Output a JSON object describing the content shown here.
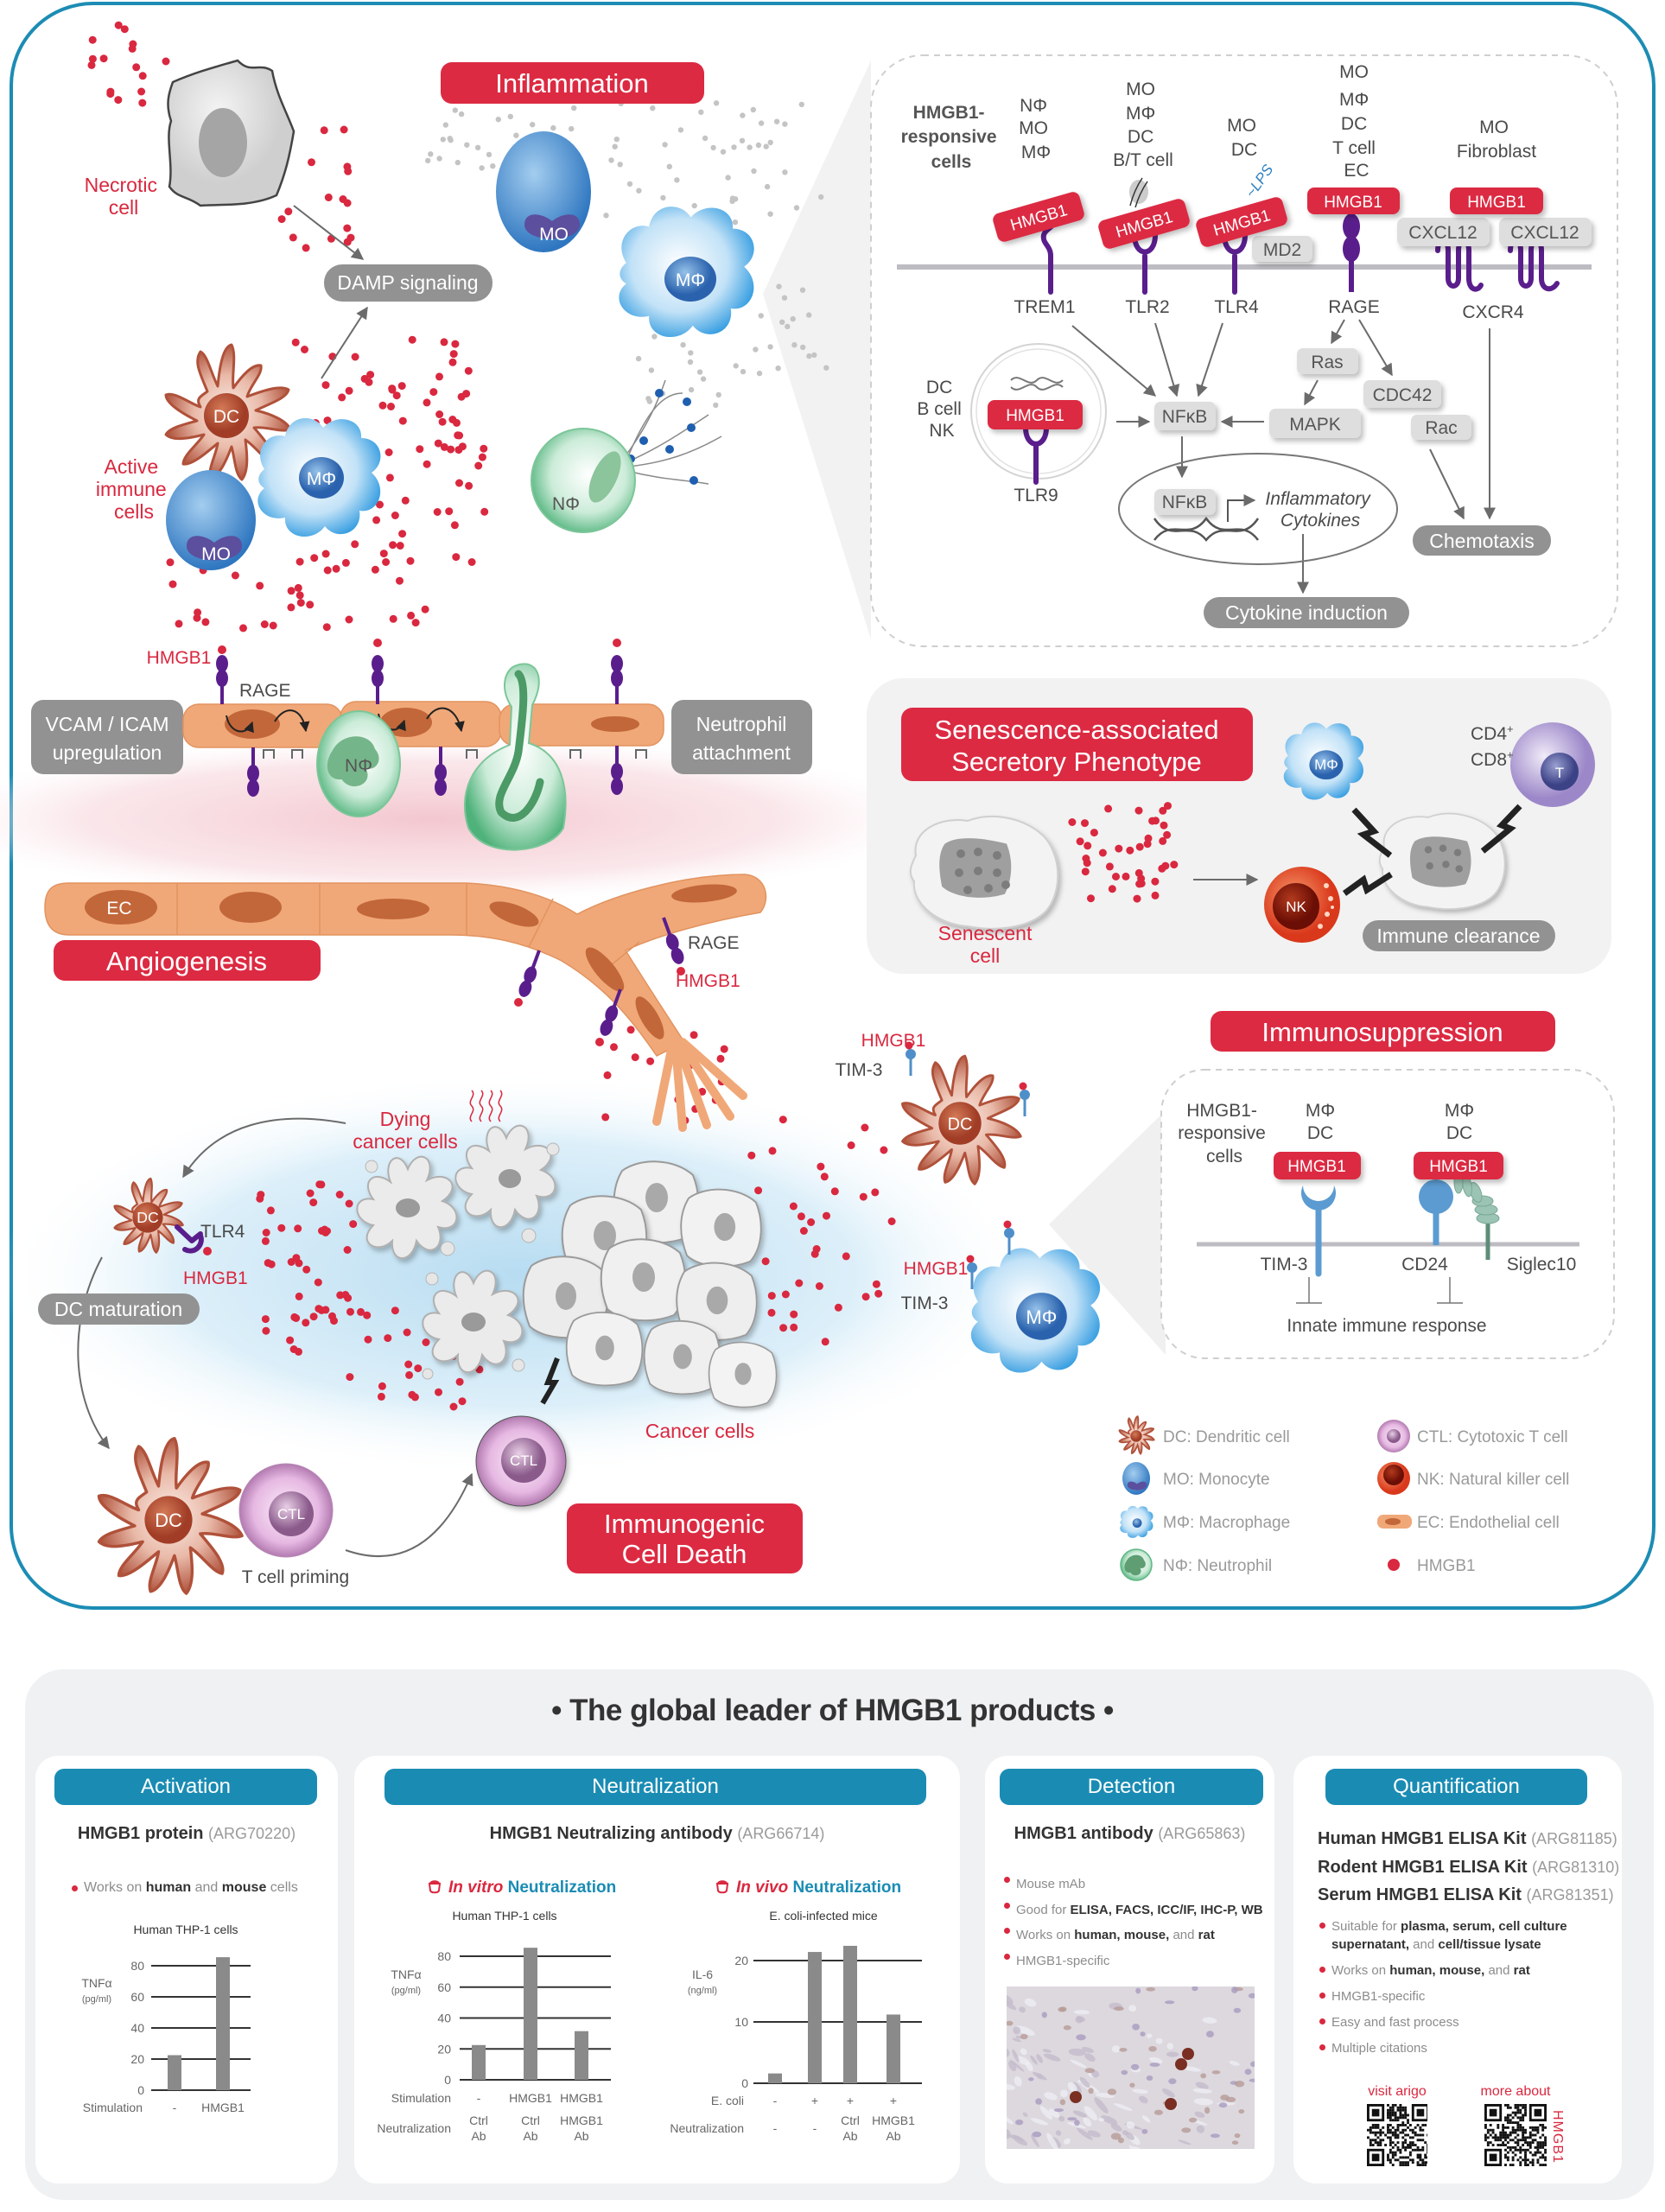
{
  "figure": {
    "inflammation": {
      "title": "Inflammation",
      "necrotic_cell": [
        "Necrotic",
        "cell"
      ],
      "damp_signaling": "DAMP signaling",
      "active_immune_cells": [
        "Active",
        "immune",
        "cells"
      ],
      "cell_labels": {
        "monocyte": "MO",
        "macrophage": "MΦ",
        "dendritic_cell": "DC",
        "neutrophil": "NΦ"
      }
    },
    "receptor_panel": {
      "responsive_cells_label": [
        "HMGB1-",
        "responsive",
        "cells"
      ],
      "ligand": "HMGB1",
      "receptors": [
        {
          "name": "TREM1",
          "cells": [
            "NΦ",
            "MO",
            "MΦ"
          ]
        },
        {
          "name": "TLR2",
          "cells": [
            "MO",
            "MΦ",
            "DC",
            "B/T cell"
          ]
        },
        {
          "name": "TLR4",
          "cells": [
            "MO",
            "DC"
          ],
          "coreceptor": "MD2",
          "cofactor": "~LPS"
        },
        {
          "name": "RAGE",
          "cells": [
            "MO",
            "MΦ",
            "DC",
            "T cell",
            "EC"
          ]
        },
        {
          "name": "CXCR4",
          "cells": [
            "MO",
            "Fibroblast"
          ],
          "chemokines": [
            "CXCL12",
            "CXCL12"
          ]
        }
      ],
      "endosomal_receptor": {
        "name": "TLR9",
        "cells": [
          "DC",
          "B cell",
          "NK"
        ]
      },
      "signaling_nodes": {
        "nfkb": "NFκB",
        "ras": "Ras",
        "mapk": "MAPK",
        "cdc42": "CDC42",
        "rac": "Rac"
      },
      "nucleus": {
        "factor": "NFκB",
        "output": [
          "Inflammatory",
          "Cytokines"
        ]
      },
      "outcomes": {
        "chemotaxis": "Chemotaxis",
        "cytokine_induction": "Cytokine induction"
      }
    },
    "vascular": {
      "hmgb1_label": "HMGB1",
      "rage_label": "RAGE",
      "vcam_icam": [
        "VCAM / ICAM",
        "upregulation"
      ],
      "neutrophil_attachment": [
        "Neutrophil",
        "attachment"
      ],
      "neutrophil_label": "NΦ",
      "ec_label": "EC",
      "angiogenesis_title": "Angiogenesis",
      "angio_rage_label": "RAGE",
      "angio_hmgb1_label": "HMGB1"
    },
    "senescence": {
      "title": [
        "Senescence-associated",
        "Secretory Phenotype"
      ],
      "senescent_cell": [
        "Senescent",
        "cell"
      ],
      "immune_clearance": "Immune clearance",
      "t_cell_markers": [
        {
          "base": "CD4",
          "sup": "+"
        },
        {
          "base": "CD8",
          "sup": "+"
        }
      ],
      "cell_labels": {
        "macrophage": "MΦ",
        "t_cell": "T",
        "nk": "NK"
      }
    },
    "immunosuppression": {
      "title": "Immunosuppression",
      "responsive_cells_label": [
        "HMGB1-",
        "responsive",
        "cells"
      ],
      "ligand": "HMGB1",
      "receptors": [
        {
          "name": "TIM-3",
          "cells": [
            "MΦ",
            "DC"
          ]
        },
        {
          "name": "CD24",
          "cells": [
            "MΦ",
            "DC"
          ],
          "partner": "Siglec10"
        }
      ],
      "effect": "Innate immune response",
      "cell_annotations": {
        "hmgb1": "HMGB1",
        "tim3": "TIM-3"
      },
      "cell_labels": {
        "dc": "DC",
        "macrophage": "MΦ"
      }
    },
    "icd": {
      "title": [
        "Immunogenic",
        "Cell Death"
      ],
      "dying_cancer_cells": [
        "Dying",
        "cancer cells"
      ],
      "cancer_cells": "Cancer cells",
      "tlr4_label": "TLR4",
      "hmgb1_label": "HMGB1",
      "dc_maturation": "DC maturation",
      "t_cell_priming": "T cell priming",
      "cell_labels": {
        "dc": "DC",
        "ctl": "CTL"
      }
    }
  },
  "legend": {
    "items": [
      {
        "icon": "dendritic-cell-icon",
        "label": "DC: Dendritic cell"
      },
      {
        "icon": "monocyte-icon",
        "label": "MO: Monocyte"
      },
      {
        "icon": "macrophage-icon",
        "label": "MΦ: Macrophage"
      },
      {
        "icon": "neutrophil-icon",
        "label": "NΦ: Neutrophil"
      },
      {
        "icon": "cytotoxic-t-cell-icon",
        "label": "CTL: Cytotoxic T cell"
      },
      {
        "icon": "nk-cell-icon",
        "label": "NK: Natural killer cell"
      },
      {
        "icon": "endothelial-cell-icon",
        "label": "EC: Endothelial cell"
      },
      {
        "icon": "hmgb1-dot-icon",
        "label": "HMGB1"
      }
    ]
  },
  "products": {
    "heading": "• The global leader of HMGB1 products •",
    "activation": {
      "header": "Activation",
      "product": {
        "name": "HMGB1 protein",
        "catalog": "(ARG70220)"
      },
      "bullets": [
        [
          {
            "text": "Works on "
          },
          {
            "text": "human",
            "bold": true
          },
          {
            "text": " and "
          },
          {
            "text": "mouse",
            "bold": true
          },
          {
            "text": " cells"
          }
        ]
      ]
    },
    "neutralization": {
      "header": "Neutralization",
      "product": {
        "name": "HMGB1 Neutralizing antibody",
        "catalog": "(ARG66714)"
      },
      "in_vitro": {
        "qualifier": "In vitro",
        "label": "Neutralization"
      },
      "in_vivo": {
        "qualifier": "In vivo",
        "label": "Neutralization"
      }
    },
    "detection": {
      "header": "Detection",
      "product": {
        "name": "HMGB1 antibody",
        "catalog": "(ARG65863)"
      },
      "bullets": [
        [
          {
            "text": "Mouse mAb"
          }
        ],
        [
          {
            "text": "Good for "
          },
          {
            "text": "ELISA, FACS, ICC/IF, IHC-P, WB",
            "bold": true
          }
        ],
        [
          {
            "text": "Works on "
          },
          {
            "text": "human, mouse,",
            "bold": true
          },
          {
            "text": " and "
          },
          {
            "text": "rat",
            "bold": true
          }
        ],
        [
          {
            "text": "HMGB1-specific"
          }
        ]
      ]
    },
    "quantification": {
      "header": "Quantification",
      "products": [
        {
          "name": "Human HMGB1 ELISA Kit",
          "catalog": "(ARG81185)"
        },
        {
          "name": "Rodent HMGB1 ELISA Kit",
          "catalog": "(ARG81310)"
        },
        {
          "name": "Serum HMGB1 ELISA Kit",
          "catalog": "(ARG81351)"
        }
      ],
      "bullets": [
        [
          {
            "text": "Suitable for "
          },
          {
            "text": "plasma, serum, cell culture supernatant,",
            "bold": true
          },
          {
            "text": " and "
          },
          {
            "text": "cell/tissue lysate",
            "bold": true
          }
        ],
        [
          {
            "text": "Works on "
          },
          {
            "text": "human, mouse,",
            "bold": true
          },
          {
            "text": " and "
          },
          {
            "text": "rat",
            "bold": true
          }
        ],
        [
          {
            "text": "HMGB1-specific"
          }
        ],
        [
          {
            "text": "Easy and fast process"
          }
        ],
        [
          {
            "text": "Multiple citations"
          }
        ]
      ],
      "qr_codes": [
        {
          "caption": "visit arigo"
        },
        {
          "caption": "more about",
          "side_label": "HMGB1"
        }
      ]
    }
  },
  "chart_data": [
    {
      "type": "bar",
      "title": "Human THP-1 cells",
      "ylabel": "TNFα",
      "yunit": "(pg/ml)",
      "yticks": [
        0,
        20,
        40,
        60,
        80
      ],
      "ylim": [
        0,
        80
      ],
      "grid": true,
      "legend": "none",
      "categories": [
        "-",
        "HMGB1"
      ],
      "values": [
        22.5,
        85.5
      ],
      "x_rows": [
        {
          "label": "Stimulation",
          "values": [
            [
              "-"
            ],
            [
              "HMGB1"
            ]
          ]
        }
      ]
    },
    {
      "type": "bar",
      "section": "In vitro Neutralization",
      "title": "Human THP-1 cells",
      "ylabel": "TNFα",
      "yunit": "(pg/ml)",
      "yticks": [
        0,
        20,
        40,
        60,
        80
      ],
      "ylim": [
        0,
        80
      ],
      "grid": true,
      "legend": "none",
      "categories": [
        "- / Ctrl Ab",
        "HMGB1 / Ctrl Ab",
        "HMGB1 / HMGB1 Ab"
      ],
      "values": [
        22.5,
        85.5,
        31.5
      ],
      "x_rows": [
        {
          "label": "Stimulation",
          "values": [
            [
              "-"
            ],
            [
              "HMGB1"
            ],
            [
              "HMGB1"
            ]
          ]
        },
        {
          "label": "Neutralization",
          "values": [
            [
              "Ctrl",
              "Ab"
            ],
            [
              "Ctrl",
              "Ab"
            ],
            [
              "HMGB1",
              "Ab"
            ]
          ]
        }
      ]
    },
    {
      "type": "bar",
      "section": "In vivo Neutralization",
      "title": "E. coli-infected mice",
      "ylabel": "IL-6",
      "yunit": "(ng/ml)",
      "yticks": [
        0,
        10,
        20
      ],
      "ylim": [
        0,
        20
      ],
      "grid": true,
      "legend": "none",
      "categories": [
        "- / -",
        "+ / -",
        "+ / Ctrl Ab",
        "+ / HMGB1 Ab"
      ],
      "values": [
        1.6,
        21.4,
        22.4,
        11.2
      ],
      "x_rows": [
        {
          "label": "E. coli",
          "values": [
            [
              "-"
            ],
            [
              "+"
            ],
            [
              "+"
            ],
            [
              "+"
            ]
          ]
        },
        {
          "label": "Neutralization",
          "values": [
            [
              "-"
            ],
            [
              "-"
            ],
            [
              "Ctrl",
              "Ab"
            ],
            [
              "HMGB1",
              "Ab"
            ]
          ]
        }
      ]
    }
  ]
}
